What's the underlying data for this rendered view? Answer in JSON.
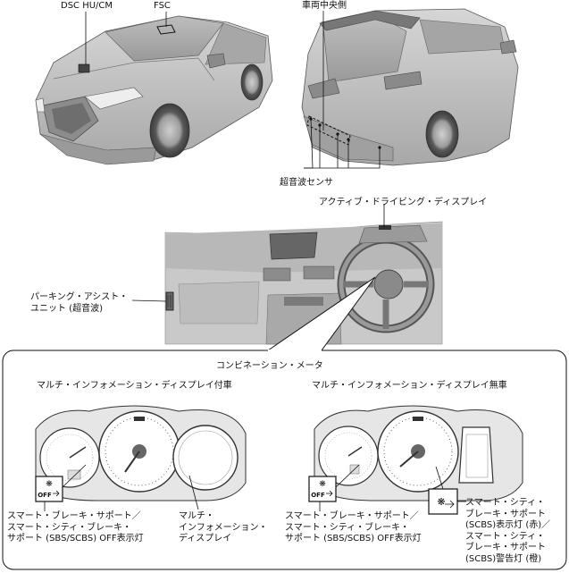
{
  "top": {
    "dsc_label": "DSC HU/CM",
    "fsc_label": "FSC",
    "rear_center_label": "車両中央側",
    "ultrasonic_sensor_label": "超音波センサ"
  },
  "middle": {
    "active_display_label": "アクティブ・ドライビング・ディスプレイ",
    "parking_assist_label": "パーキング・アシスト・\nユニット (超音波)"
  },
  "meter": {
    "title": "コンビネーション・メータ",
    "left_heading": "マルチ・インフォメーション・ディスプレイ付車",
    "right_heading": "マルチ・インフォメーション・ディスプレイ無車",
    "left_sbs_label": "スマート・ブレーキ・サポート／\nスマート・シティ・ブレーキ・\nサポート (SBS/SCBS) OFF表示灯",
    "multi_info_label": "マルチ・\nインフォメーション・\nディスプレイ",
    "right_sbs_label": "スマート・ブレーキ・サポート／\nスマート・シティ・ブレーキ・\nサポート (SBS/SCBS) OFF表示灯",
    "scbs_label": "スマート・シティ・\nブレーキ・サポート\n(SCBS)表示灯 (赤)／\nスマート・シティ・\nブレーキ・サポート\n(SCBS)警告灯 (橙)",
    "off_icon_text": "OFF"
  }
}
